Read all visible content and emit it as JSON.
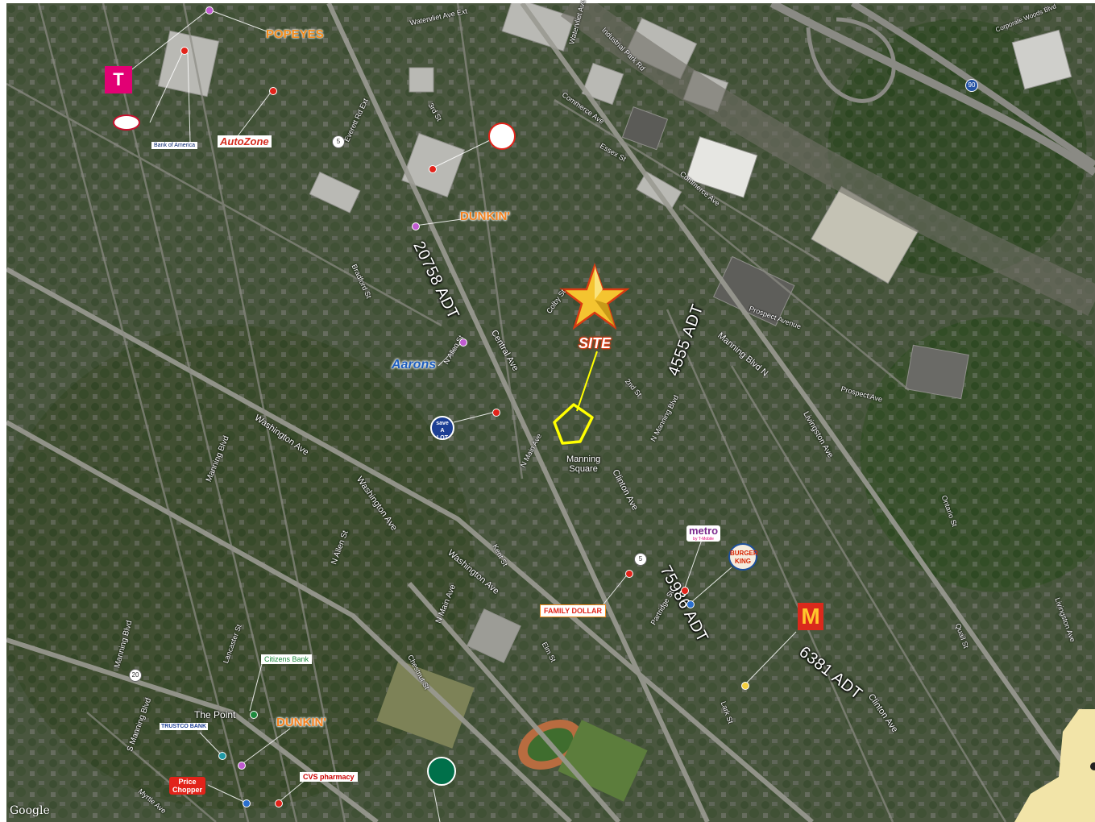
{
  "map": {
    "attribution": "Google",
    "site_label": "SITE",
    "colors": {
      "site_star": "#f4c430",
      "site_label_bg": "#d93a12",
      "site_outline": "#ffff00",
      "pin": "#e2231a",
      "poi_purple": "#c05bd0"
    }
  },
  "traffic_counts": [
    {
      "id": "central-north",
      "label": "20758 ADT"
    },
    {
      "id": "n-manning",
      "label": "4555 ADT"
    },
    {
      "id": "central-south",
      "label": "75986 ADT"
    },
    {
      "id": "clinton",
      "label": "6381 ADT"
    }
  ],
  "places": {
    "manning_square": "Manning\nSquare",
    "the_point": "The Point"
  },
  "streets": [
    "Manning Blvd",
    "Washington Ave",
    "Washington Ave",
    "Clinton Ave",
    "Clinton Ave",
    "Central Ave",
    "N Main Ave",
    "N Manning Blvd",
    "Manning Blvd N",
    "Prospect Avenue",
    "Prospect Ave",
    "Livingston Ave",
    "Livingston Ave",
    "Commerce Ave",
    "Commerce Ave",
    "Industrial Park Rd",
    "Watervliet Ave",
    "Watervliet Ave Ext",
    "Everett Rd Ext",
    "Corporate Woods Blvd",
    "N Allen St",
    "N Allen St",
    "S Manning Blvd",
    "Manning Blvd",
    "Washington Ave",
    "N Main Ave",
    "Colby St",
    "Bradford St",
    "Lancaster St",
    "Chestnut St",
    "Partridge St",
    "Kent St",
    "Essex St",
    "2nd St",
    "3rd St",
    "Ontario St",
    "Quail St",
    "Lark St",
    "Myrtle Ave",
    "Elm St"
  ],
  "pois": {
    "tmobile": "T",
    "popeyes": "POPEYES",
    "bank_of_america": "Bank of America",
    "autozone": "AutoZone",
    "dunkin_north": "DUNKIN'",
    "dunkin_south": "DUNKIN'",
    "aarons": "Aarons",
    "save_a_lot_1": "save",
    "save_a_lot_2": "A",
    "save_a_lot_3": "LOT",
    "metro": "metro",
    "metro_sub": "by T-Mobile",
    "burger_king_1": "BURGER",
    "burger_king_2": "KING",
    "mcdonalds": "M",
    "family_dollar": "FAMILY DOLLAR",
    "citizens_bank": "Citizens Bank",
    "trustco": "TRUSTCO BANK",
    "price_chopper_1": "Price",
    "price_chopper_2": "Chopper",
    "cvs": "CVS pharmacy"
  },
  "route_shields": [
    "5",
    "5",
    "20",
    "90"
  ]
}
